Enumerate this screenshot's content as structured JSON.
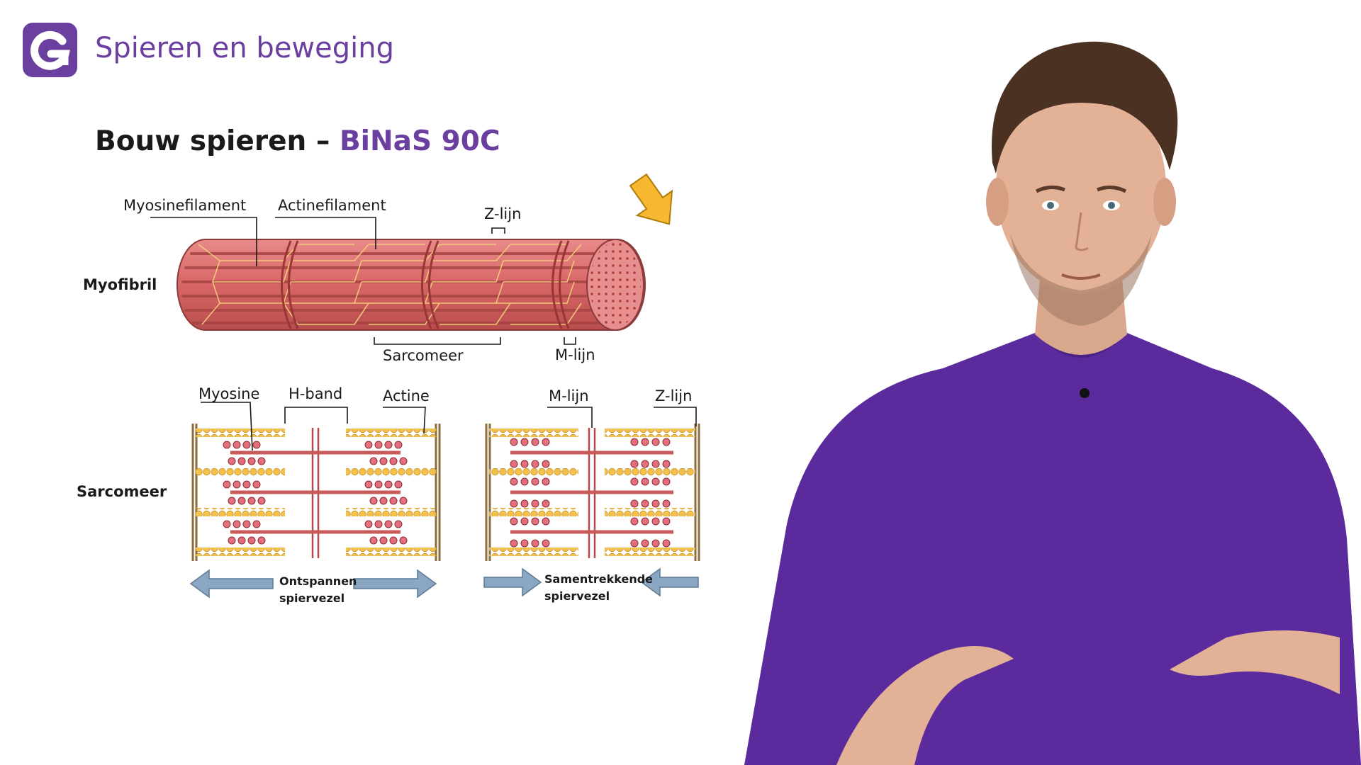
{
  "header": {
    "logo_letter": "G",
    "title": "Spieren en beweging"
  },
  "slide": {
    "title_main": "Bouw spieren – ",
    "title_accent": "BiNaS 90C"
  },
  "diagram": {
    "myofibril": {
      "row_label": "Myofibril",
      "labels": {
        "myosinefilament": "Myosinefilament",
        "actinefilament": "Actinefilament",
        "z_lijn": "Z-lijn",
        "sarcomeer": "Sarcomeer",
        "m_lijn": "M-lijn"
      }
    },
    "sarcomeer": {
      "row_label": "Sarcomeer",
      "labels": {
        "myosine": "Myosine",
        "h_band": "H-band",
        "actine": "Actine",
        "m_lijn": "M-lijn",
        "z_lijn": "Z-lijn"
      },
      "relaxed": {
        "line1": "Ontspannen",
        "line2": "spiervezel"
      },
      "contracted": {
        "line1": "Samentrekkende",
        "line2": "spiervezel"
      }
    },
    "colors": {
      "accent_purple": "#6b3fa0",
      "muscle_red": "#d96464",
      "actin_yellow": "#f4c04a",
      "pointer_yellow": "#f5b82e",
      "arrow_blue": "#8aa6c2"
    }
  },
  "presenter": {
    "shirt_color": "#5b2a9c"
  }
}
